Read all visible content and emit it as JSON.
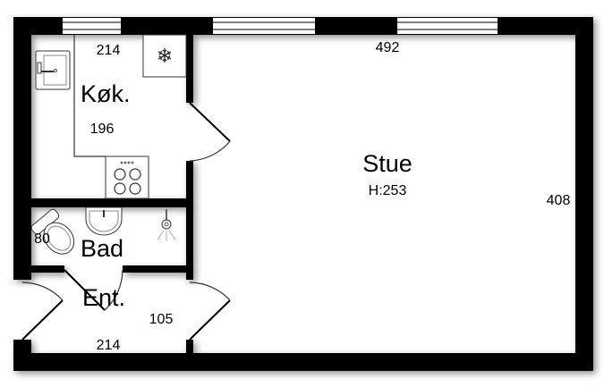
{
  "rooms": {
    "kitchen": {
      "name": "Køk.",
      "width": "214",
      "depth": "196"
    },
    "living": {
      "name": "Stue",
      "height": "H:253",
      "width": "492",
      "depth": "408"
    },
    "bath": {
      "name": "Bad",
      "width": "80"
    },
    "entrance": {
      "name": "Ent.",
      "depth": "105",
      "width": "214"
    }
  },
  "fixtures": [
    "kitchen-sink-icon",
    "freezer-snowflake-icon",
    "stove-icon",
    "toilet-icon",
    "washbasin-icon",
    "shower-icon"
  ]
}
